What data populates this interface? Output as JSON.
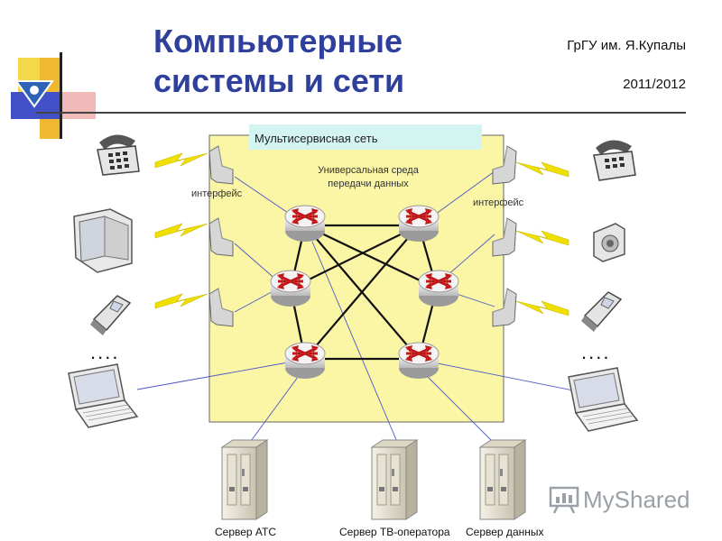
{
  "title_line1": "Компьютерные",
  "title_line2": "системы и сети",
  "university": "ГрГУ им. Я.Купалы",
  "year": "2011/2012",
  "diagram": {
    "network_label": "Мультисервисная сеть",
    "medium_label_line1": "Универсальная среда",
    "medium_label_line2": "передачи данных",
    "interface_left": "интерфейс",
    "interface_right": "интерфейс",
    "dots_left": "....",
    "dots_right": "....",
    "server_atc": "Сервер АТС",
    "server_tv": "Сервер ТВ-оператора",
    "server_data": "Сервер данных"
  },
  "watermark": "MyShared",
  "colors": {
    "title": "#2e3f9c",
    "network_bg": "#fbf6a6",
    "label_bg": "#d4f4f2",
    "lightning": "#f0e000",
    "router_arrow": "#c21a1a",
    "link_blue": "#4a55c8"
  }
}
